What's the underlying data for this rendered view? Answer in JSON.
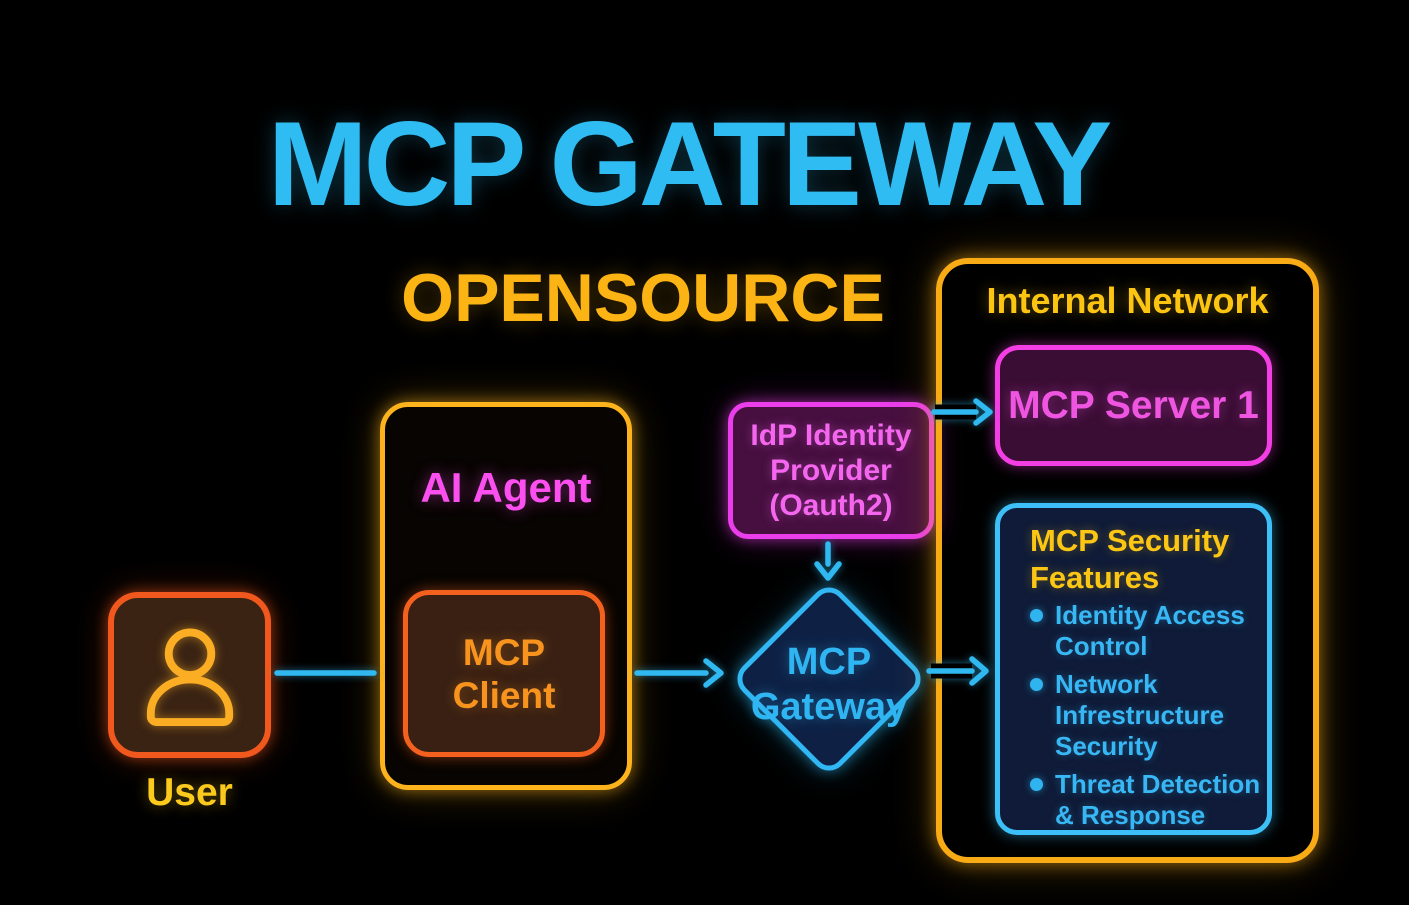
{
  "title": "MCP GATEWAY",
  "subtitle": "OPENSOURCE",
  "nodes": {
    "user": {
      "label": "User",
      "icon": "person-icon"
    },
    "ai_agent": {
      "label": "AI Agent"
    },
    "mcp_client": {
      "lines": [
        "MCP",
        "Client"
      ]
    },
    "idp": {
      "lines": [
        "IdP Identity",
        "Provider",
        "(Oauth2)"
      ]
    },
    "gateway": {
      "lines": [
        "MCP",
        "Gateway"
      ]
    },
    "internal_network": {
      "label": "Internal Network"
    },
    "mcp_server": {
      "label": "MCP Server 1"
    },
    "security": {
      "heading": "MCP Security Features",
      "items": [
        "Identity Access Control",
        "Network Infrestructure Security",
        "Threat Detection & Response"
      ]
    }
  },
  "connections": [
    {
      "from": "user",
      "to": "ai_agent",
      "type": "line"
    },
    {
      "from": "mcp_client",
      "to": "gateway",
      "type": "arrow"
    },
    {
      "from": "idp",
      "to": "gateway",
      "type": "arrow"
    },
    {
      "from": "idp",
      "to": "mcp_server",
      "type": "arrow"
    },
    {
      "from": "gateway",
      "to": "security",
      "type": "arrow"
    }
  ],
  "colors": {
    "background": "#000000",
    "title_blue": "#2fbcf2",
    "subtitle_gold": "#fbb414",
    "network_gold": "#f9ab16",
    "agent_yellow": "#fcb31c",
    "orange_border": "#f0581d",
    "orange_text": "#f8941e",
    "user_label_gold": "#fcca1c",
    "pink_agent": "#fb4ff0",
    "magenta_border": "#ea3deb",
    "magenta_text": "#f566ef",
    "server_magenta": "#f33ee3",
    "cyan_arrow": "#2fb9f0",
    "cyan_border": "#3cc0f7",
    "navy_fill": "#0e2145",
    "security_fill": "#0f1b38",
    "purple_fill": "#460f3f",
    "brown_fill": "#392013"
  }
}
